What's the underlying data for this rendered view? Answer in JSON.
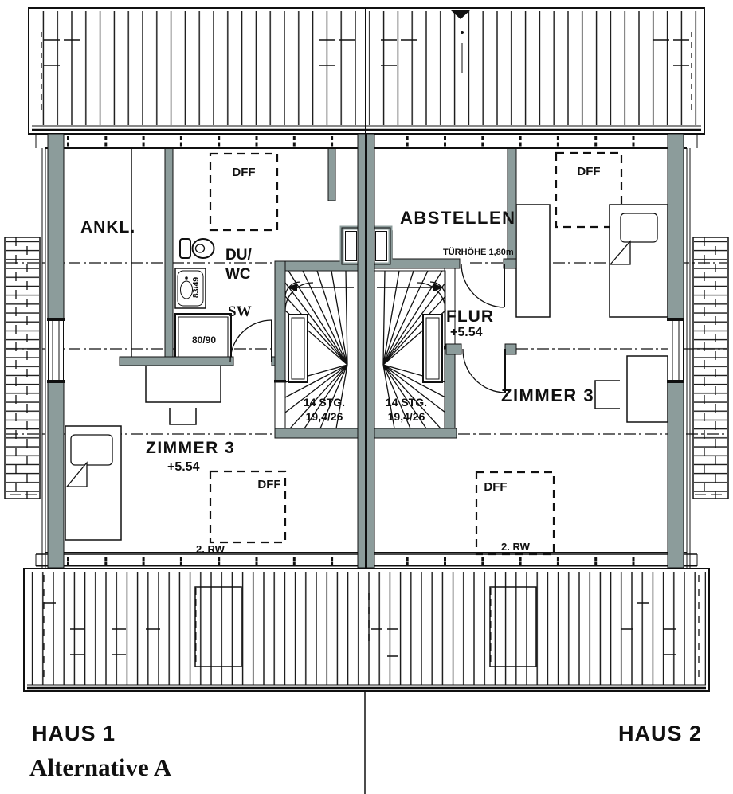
{
  "title": {
    "haus1": "HAUS 1",
    "haus2": "HAUS 2",
    "alternative": "Alternative A"
  },
  "rooms": {
    "ankleide": "ANKL.",
    "du_wc_line1": "DU/",
    "du_wc_line2": "WC",
    "schrankwand": "SW",
    "abstellen": "ABSTELLEN",
    "flur": "FLUR",
    "flur_level": "+5.54",
    "zimmer3_haus1": "ZIMMER 3",
    "zimmer3_haus1_level": "+5.54",
    "zimmer3_haus2": "ZIMMER 3"
  },
  "annotations": {
    "tuerhoehe": "TÜRHÖHE 1,80m",
    "dff": "DFF",
    "rw": "2. RW",
    "stairs_line1": "14 STG.",
    "stairs_line2": "19,4/26",
    "washbasin_size": "83/49",
    "shower_size": "80/90"
  },
  "colors": {
    "wall": "#8c9c9b",
    "ink": "#101010",
    "background": "#ffffff"
  }
}
